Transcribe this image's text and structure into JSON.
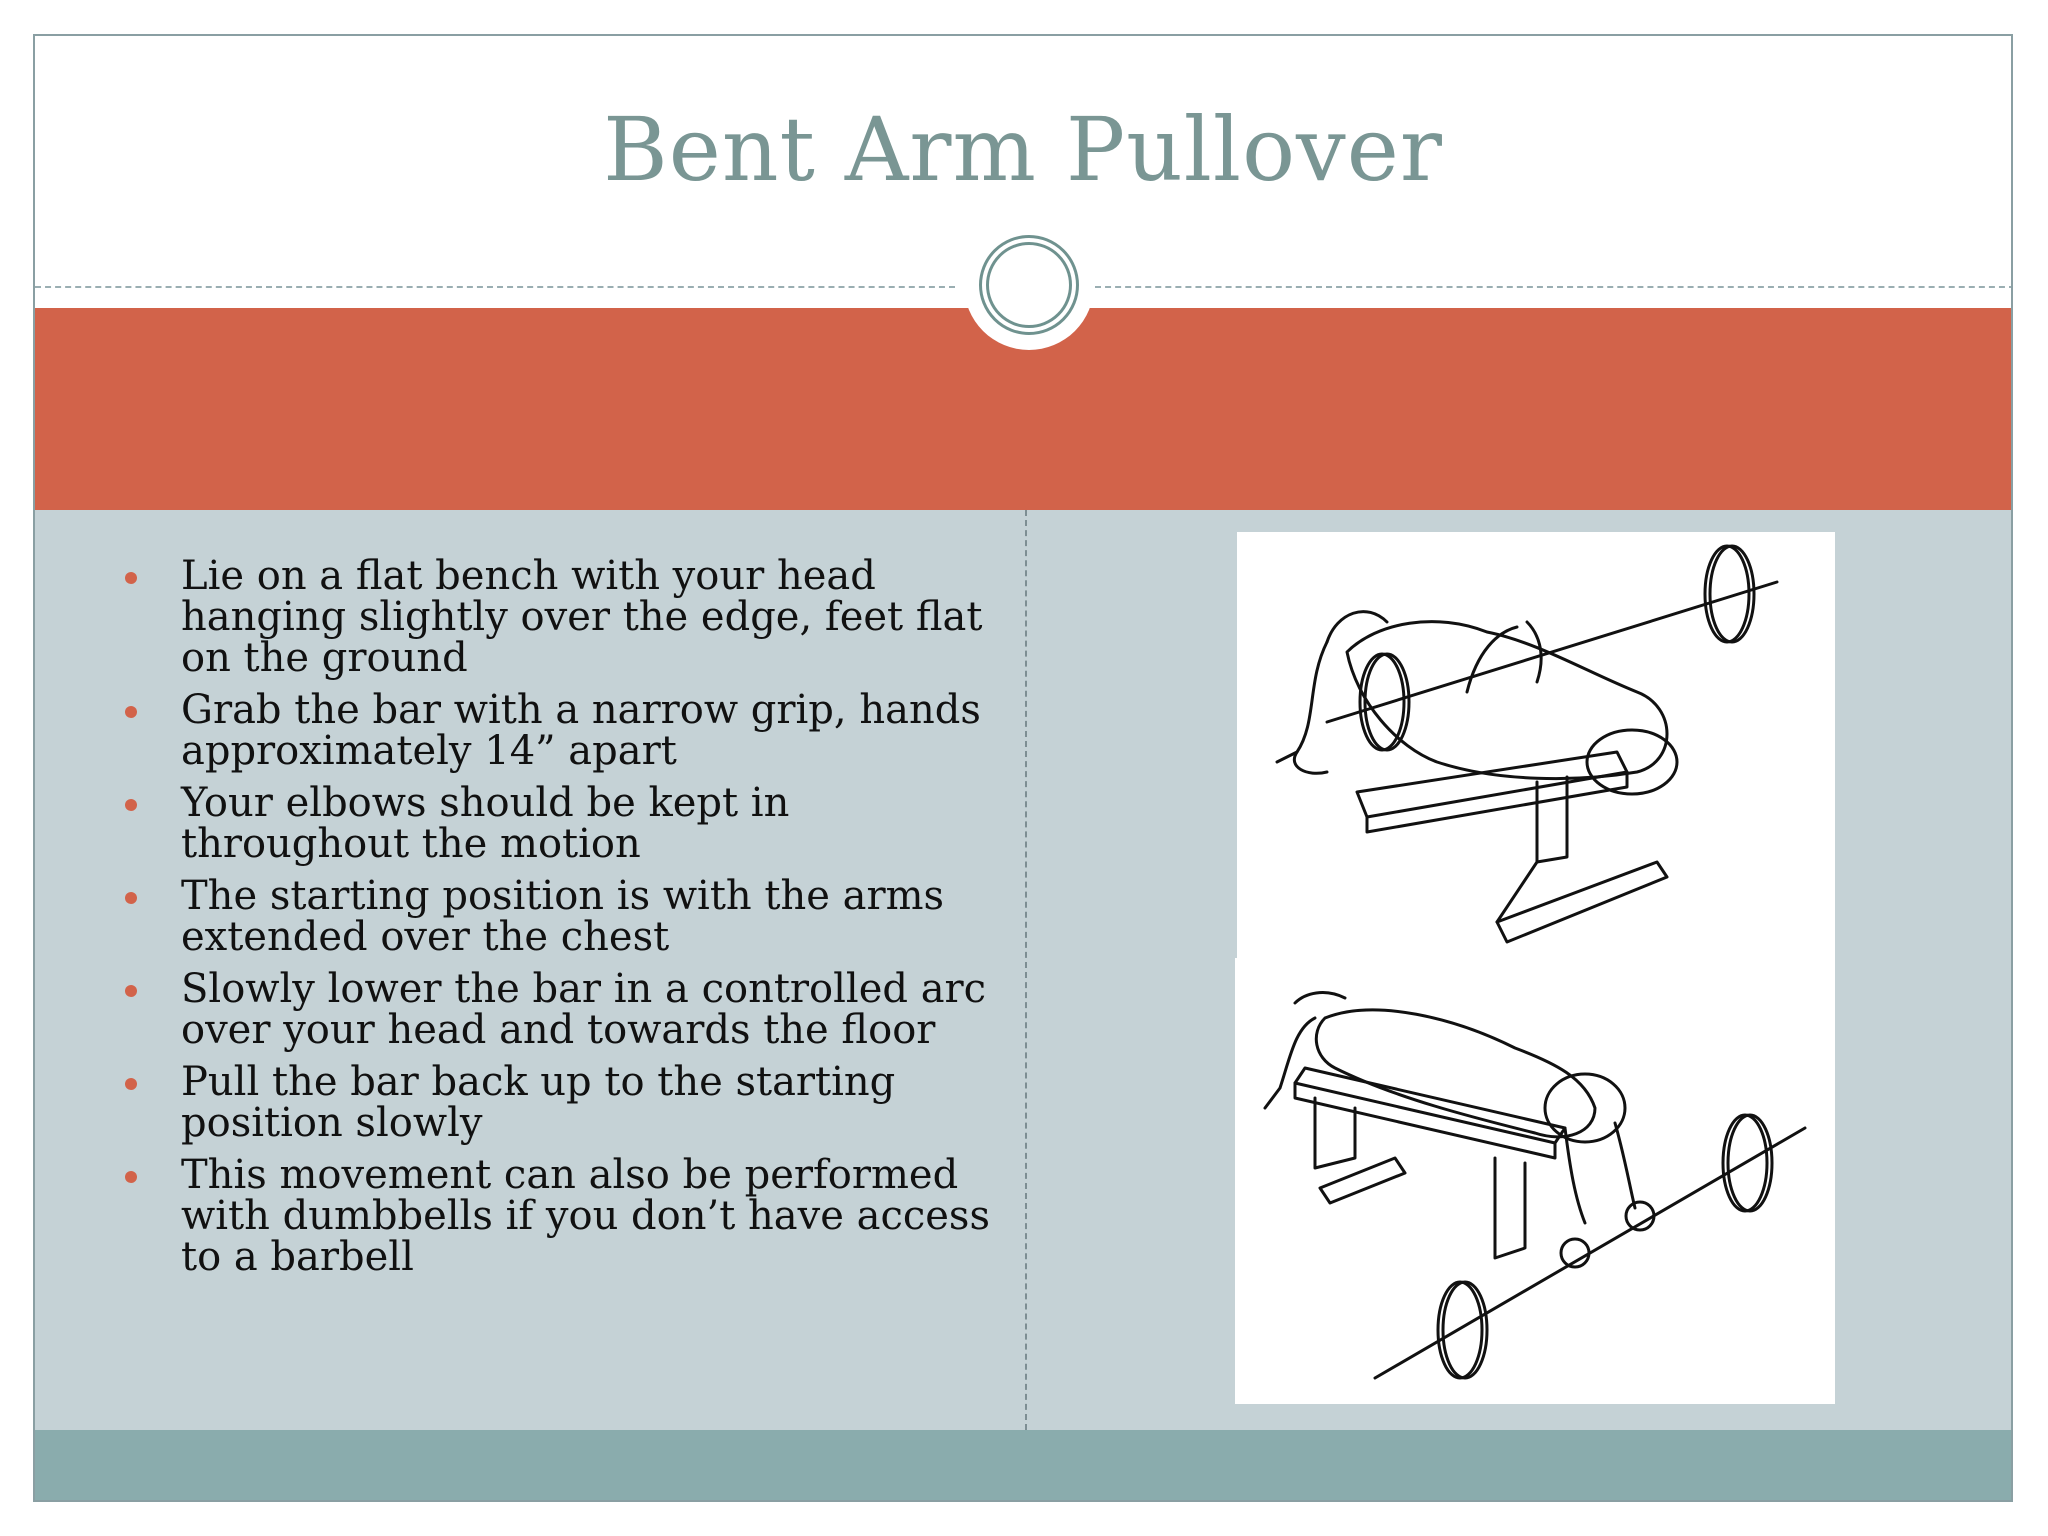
{
  "slide": {
    "title": "Bent Arm Pullover",
    "bullets": [
      "Lie on a flat bench with your head hanging slightly over the edge, feet flat on the ground",
      "Grab the bar with a narrow grip, hands approximately 14” apart",
      "Your elbows should be kept in throughout the motion",
      "The starting position is with the arms extended over the chest",
      "Slowly lower the bar in a controlled arc over your head and towards the floor",
      "Pull the bar back up to the starting position slowly",
      "This movement can also be performed with dumbbells if you don’t have access to a barbell"
    ]
  },
  "colors": {
    "accent_orange": "#d2634a",
    "content_bg": "#c5d2d6",
    "footer_teal": "#8aacad",
    "title_color": "#7a9694"
  },
  "images": {
    "top": "bench-pullover-start-illustration",
    "bottom": "bench-pullover-stretch-illustration"
  }
}
